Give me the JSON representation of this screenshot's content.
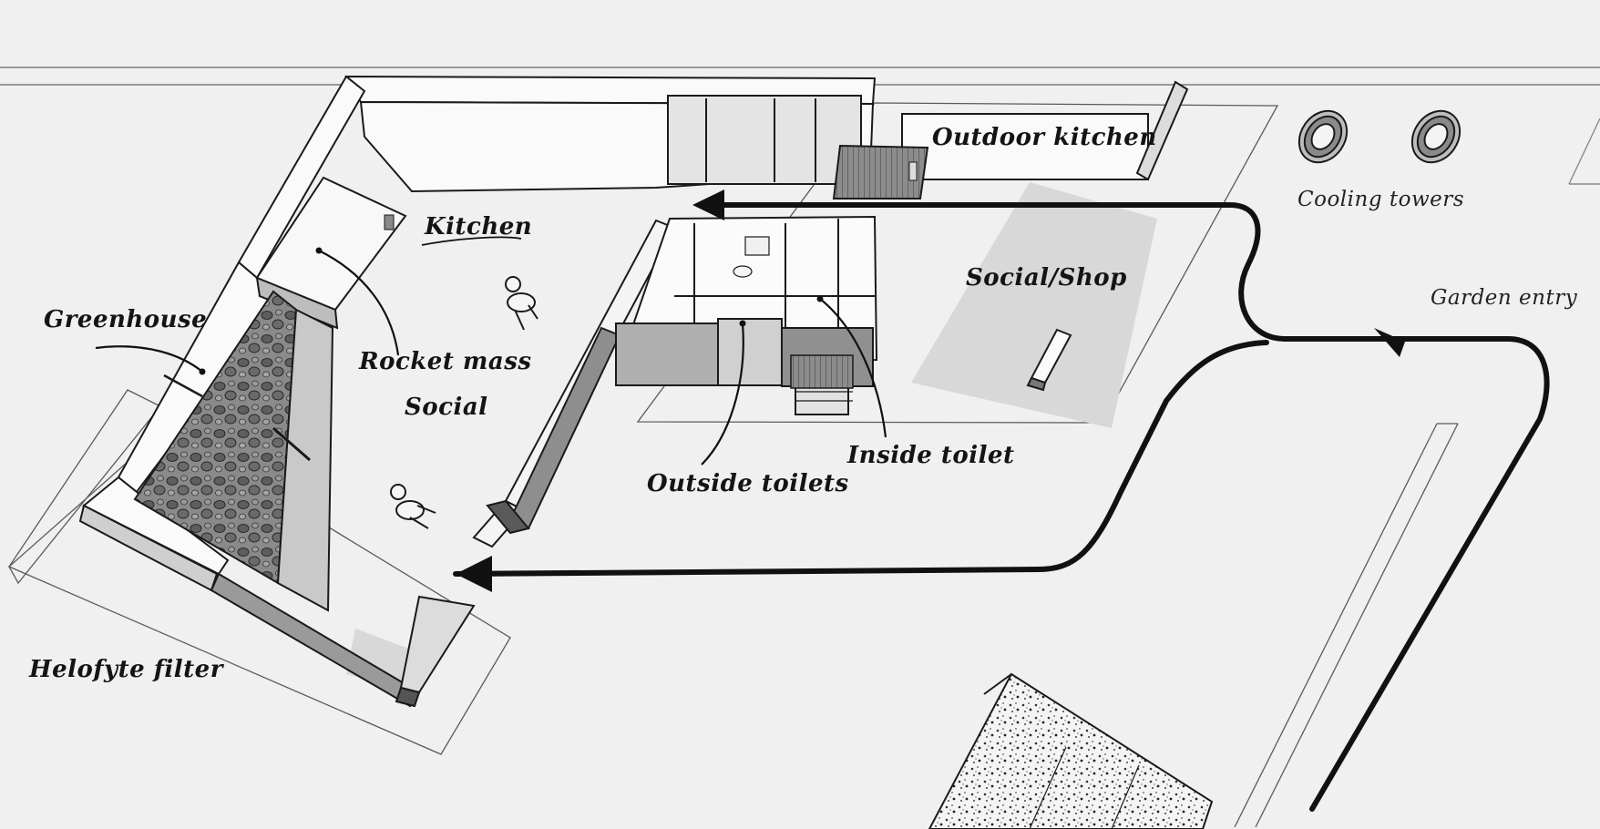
{
  "labels": {
    "outdoor_kitchen": "Outdoor kitchen",
    "cooling_towers": "Cooling towers",
    "kitchen": "Kitchen",
    "social_shop": "Social/Shop",
    "garden_entry": "Garden entry",
    "greenhouse": "Greenhouse",
    "rocket_mass": "Rocket mass",
    "social": "Social",
    "inside_toilet": "Inside toilet",
    "outside_toilets": "Outside toilets",
    "helofyte_filter": "Helofyte filter"
  },
  "colors": {
    "background": "#f0f0f0",
    "ink": "#141414",
    "wall_shade": "#9a9a9a",
    "planting": "#6e6e6e"
  }
}
